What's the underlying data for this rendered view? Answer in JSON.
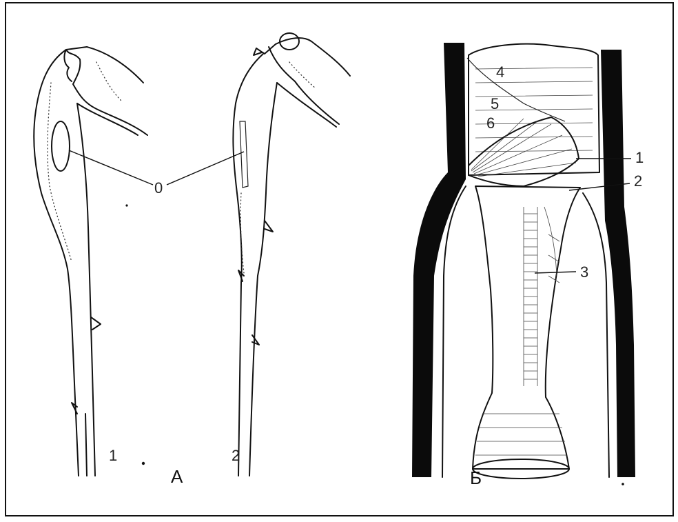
{
  "figure": {
    "panel_a": {
      "label": "А",
      "item1": "1",
      "item2": "2",
      "organ_label": "0"
    },
    "panel_b": {
      "label": "Б",
      "callouts": [
        "4",
        "5",
        "6",
        "1",
        "2",
        "3"
      ]
    }
  }
}
